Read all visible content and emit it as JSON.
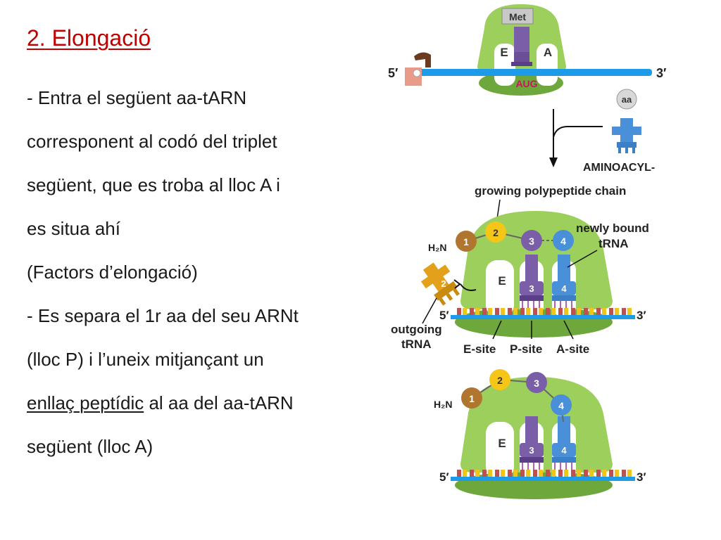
{
  "slide": {
    "title": "2. Elongació",
    "lines": [
      " - Entra el següent aa-tARN",
      "corresponent al codó del triplet",
      "següent, que es troba al lloc A i",
      "es situa ahí",
      "(Factors d’elongació)",
      "- Es separa el 1r aa del seu ARNt",
      "(lloc P) i l’uneix mitjançant un"
    ],
    "line_underlined": "enllaç peptídic",
    "line_rest": " al aa del aa-tARN",
    "last_line": "següent (lloc A)"
  },
  "diagram": {
    "top": {
      "met_label": "Met",
      "e_label": "E",
      "a_label": "A",
      "five_prime": "5′",
      "three_prime": "3′",
      "codon_label": "AUG",
      "aa_label": "aa",
      "aminoacyl_label": "AMINOACYL-"
    },
    "middle": {
      "growing_chain_label": "growing polypeptide chain",
      "newly_bound_line1": "newly bound",
      "newly_bound_line2": "tRNA",
      "h2n_label": "H₂N",
      "aa1": "1",
      "aa2": "2",
      "aa3": "3",
      "aa4": "4",
      "e_label": "E",
      "outgoing_trna_num": "2",
      "trna3_num": "3",
      "trna4_num": "4",
      "outgoing_line1": "outgoing",
      "outgoing_line2": "tRNA",
      "five_prime": "5′",
      "three_prime": "3′",
      "e_site": "E-site",
      "p_site": "P-site",
      "a_site": "A-site"
    },
    "bottom": {
      "h2n_label": "H₂N",
      "aa1": "1",
      "aa2": "2",
      "aa3": "3",
      "aa4": "4",
      "e_label": "E",
      "trna3_num": "3",
      "trna4_num": "4",
      "five_prime": "5′",
      "three_prime": "3′"
    },
    "colors": {
      "ribosome_light": "#9ccf5c",
      "ribosome_dark": "#6ea83c",
      "mrna": "#1e9be8",
      "trna_p": "#7a5ea8",
      "trna_a": "#4a90d9",
      "trna_out": "#e3a11b",
      "aa1": "#b0752e",
      "aa2": "#f5c518",
      "codon_red": "#c2185b"
    }
  }
}
